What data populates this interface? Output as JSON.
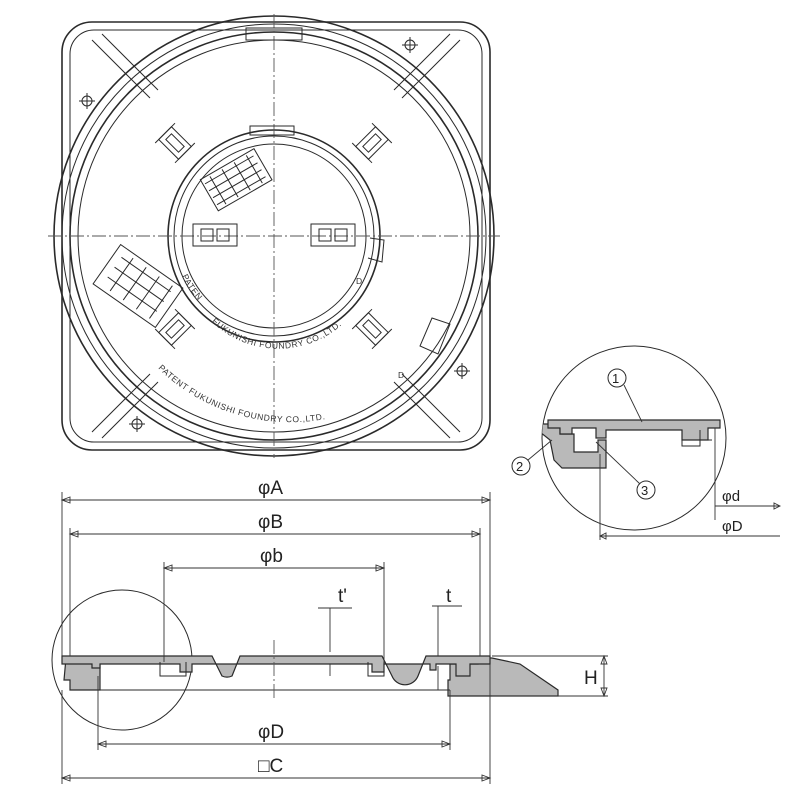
{
  "plan_view": {
    "emboss_outer": "PATENT  FUKUNISHI FOUNDRY CO.,LTD.",
    "emboss_outer_mark": "D",
    "emboss_inner": "FUKUNISHI FOUNDRY CO.,LTD.",
    "emboss_inner_prefix": "PATENT",
    "emboss_inner_mark": "D"
  },
  "dimensions": {
    "phi_A": "φA",
    "phi_B": "φB",
    "phi_b": "φb",
    "t_prime": "t'",
    "t": "t",
    "H": "H",
    "phi_D": "φD",
    "square_C": "□C"
  },
  "detail": {
    "callout_1": "1",
    "callout_2": "2",
    "callout_3": "3",
    "phi_d": "φd",
    "phi_D": "φD"
  }
}
